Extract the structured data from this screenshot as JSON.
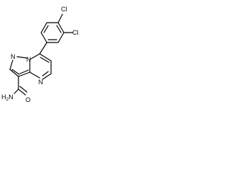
{
  "molecule": {
    "labels": {
      "cl_top": "Cl",
      "cl_ortho": "Cl",
      "n_bridge": "N",
      "n_pyrazole": "N",
      "n_pyrimidine": "N",
      "amide_n": "H2N",
      "amide_o": "O"
    },
    "colors": {
      "line": "#000000",
      "background": "#ffffff"
    }
  }
}
